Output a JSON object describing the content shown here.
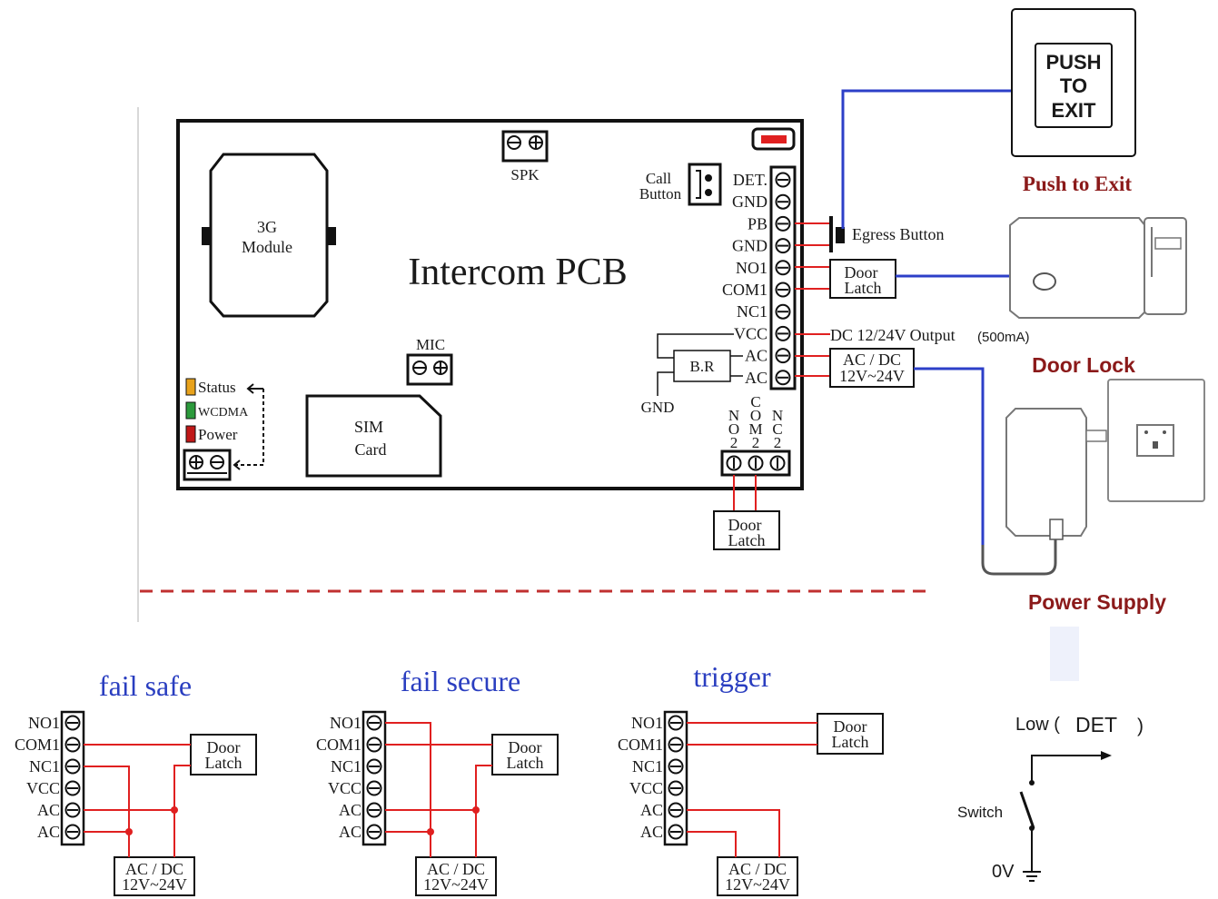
{
  "pcb": {
    "title": "Intercom PCB",
    "module_3g": [
      "3G",
      "Module"
    ],
    "spk": "SPK",
    "mic": "MIC",
    "sim_card": [
      "SIM",
      "Card"
    ],
    "call_button": [
      "Call",
      "Button"
    ],
    "br": "B.R",
    "gnd_bottom": "GND",
    "leds": [
      {
        "label": "Status",
        "color": "#e8a21c"
      },
      {
        "label": "WCDMA",
        "color": "#2c9a3c"
      },
      {
        "label": "Power",
        "color": "#c01818"
      }
    ],
    "right_terminals": [
      "DET.",
      "GND",
      "PB",
      "GND",
      "NO1",
      "COM1",
      "NC1",
      "VCC",
      "AC",
      "AC"
    ],
    "bottom_terminals": [
      "NO2",
      "COM2",
      "NC2"
    ]
  },
  "labels": {
    "egress_button": "Egress Button",
    "door_latch": [
      "Door",
      "Latch"
    ],
    "dc_output": "DC 12/24V Output",
    "dc_output_current": "(500mA)",
    "acdc": [
      "AC / DC",
      "12V~24V"
    ],
    "push_to_exit": "Push to Exit",
    "push_button_text": [
      "PUSH",
      "TO",
      "EXIT"
    ],
    "door_lock": "Door Lock",
    "power_supply": "Power Supply"
  },
  "wiring_modes": {
    "terminals": [
      "NO1",
      "COM1",
      "NC1",
      "VCC",
      "AC",
      "AC"
    ],
    "fail_safe": "fail safe",
    "fail_secure": "fail secure",
    "trigger": "trigger"
  },
  "det_diagram": {
    "low": "Low (",
    "det": "DET",
    "close_paren": ")",
    "switch": "Switch",
    "zero_v": "0V"
  },
  "colors": {
    "red_wire": "#e02020",
    "blue_wire": "#2c3fc8",
    "title_blue": "#2a3ec0",
    "dark_red_label": "#8b1a1a"
  }
}
